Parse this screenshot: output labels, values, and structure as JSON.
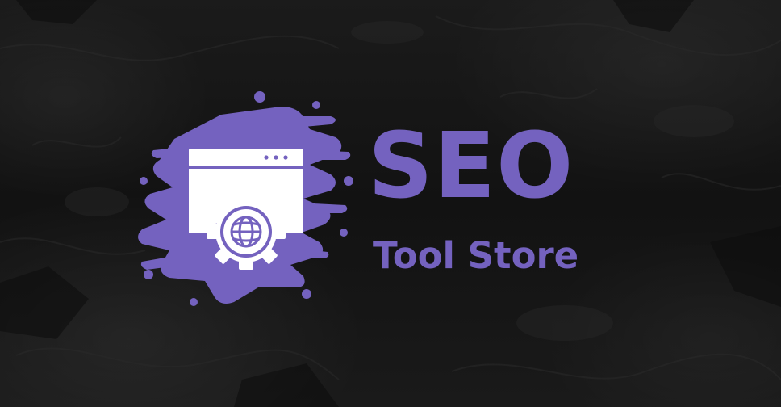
{
  "brand": {
    "title": "SEO",
    "subtitle": "Tool Store",
    "accent_color": "#7462bf",
    "icon_color": "#ffffff"
  },
  "logo": {
    "icon": "browser-window-gear-globe-icon"
  },
  "background": {
    "style": "dark-rock-texture",
    "color": "#151515"
  }
}
